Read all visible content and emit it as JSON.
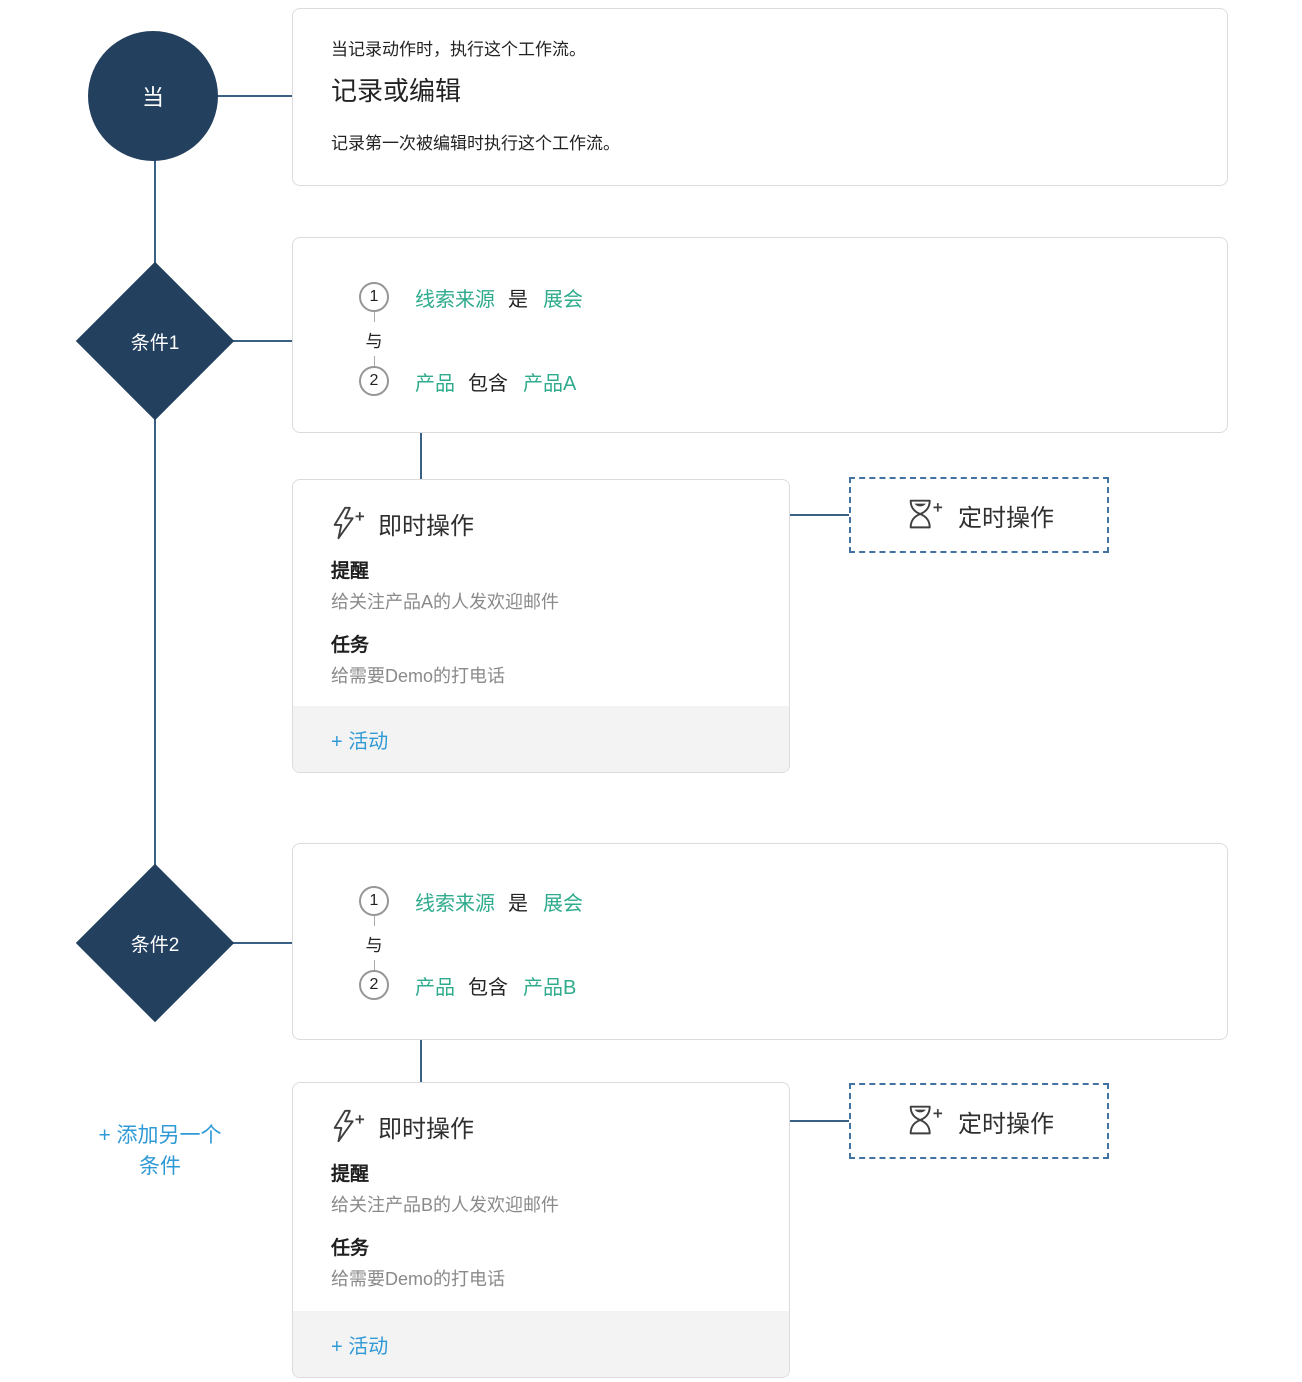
{
  "colors": {
    "navy": "#24405f",
    "green": "#2fab8d",
    "link-blue": "#2f9ad6",
    "line-blue": "#3a6185",
    "dash-blue": "#4272a2",
    "box-border": "#dcdcdc",
    "footer-bg": "#f3f3f3",
    "text-dark": "#232323",
    "text-gray": "#8a8a8a"
  },
  "trigger": {
    "node_label": "当",
    "intro": "当记录动作时，执行这个工作流。",
    "title": "记录或编辑",
    "description": "记录第一次被编辑时执行这个工作流。"
  },
  "conditions": [
    {
      "node_label": "条件1",
      "joiner": "与",
      "rows": [
        {
          "num": "1",
          "field": "线索来源",
          "op": "是",
          "value": "展会"
        },
        {
          "num": "2",
          "field": "产品",
          "op": "包含",
          "value": "产品A"
        }
      ],
      "instant_action": {
        "title": "即时操作",
        "items": [
          {
            "label": "提醒",
            "desc": "给关注产品A的人发欢迎邮件"
          },
          {
            "label": "任务",
            "desc": "给需要Demo的打电话"
          }
        ],
        "add_link": "+ 活动"
      },
      "timed_action": {
        "title": "定时操作"
      }
    },
    {
      "node_label": "条件2",
      "joiner": "与",
      "rows": [
        {
          "num": "1",
          "field": "线索来源",
          "op": "是",
          "value": "展会"
        },
        {
          "num": "2",
          "field": "产品",
          "op": "包含",
          "value": "产品B"
        }
      ],
      "instant_action": {
        "title": "即时操作",
        "items": [
          {
            "label": "提醒",
            "desc": "给关注产品B的人发欢迎邮件"
          },
          {
            "label": "任务",
            "desc": "给需要Demo的打电话"
          }
        ],
        "add_link": "+ 活动"
      },
      "timed_action": {
        "title": "定时操作"
      }
    }
  ],
  "add_condition_link": {
    "line1": "+ 添加另一个",
    "line2": "条件"
  }
}
